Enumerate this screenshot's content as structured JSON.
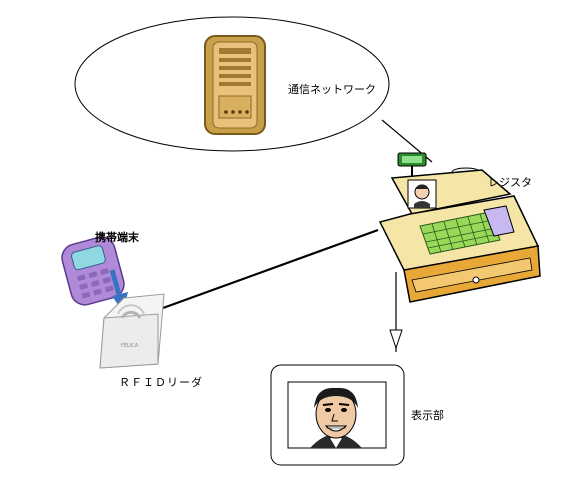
{
  "labels": {
    "network": "通信ネットワーク",
    "register": "レジスタ",
    "mobile_terminal": "携帯端末",
    "rfid_reader": "ＲＦＩＤリーダ",
    "display_unit": "表示部"
  },
  "device_text": {
    "rfid_brand": "FELICA"
  },
  "colors": {
    "server_gold": "#c8a04a",
    "register_cream": "#f5e6a8",
    "phone_purple": "#b08ad8",
    "arrow_blue": "#3a72c4",
    "keypad_green": "#9ad85a"
  }
}
